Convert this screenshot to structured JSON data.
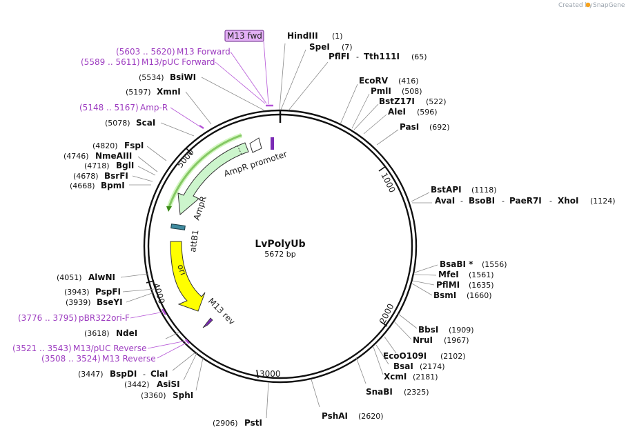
{
  "credit": {
    "created_by": "Created by",
    "brand": "SnapGene"
  },
  "plasmid": {
    "name": "LvPolyUb",
    "length_label": "5672 bp",
    "length": 5672
  },
  "ruler_ticks": [
    "1000",
    "2000",
    "3000",
    "4000",
    "5000"
  ],
  "enzymes": [
    {
      "name": "HindIII",
      "pos": "(1)"
    },
    {
      "name": "SpeI",
      "pos": "(7)"
    },
    {
      "name": "PflFI",
      "name2": "Tth111I",
      "pos": "(65)"
    },
    {
      "name": "EcoRV",
      "pos": "(416)"
    },
    {
      "name": "PmlI",
      "pos": "(508)"
    },
    {
      "name": "BstZ17I",
      "pos": "(522)"
    },
    {
      "name": "AleI",
      "pos": "(596)"
    },
    {
      "name": "PasI",
      "pos": "(692)"
    },
    {
      "name": "BstAPI",
      "pos": "(1118)"
    },
    {
      "name": "AvaI",
      "name2": "BsoBI",
      "name3": "PaeR7I",
      "name4": "XhoI",
      "pos": "(1124)"
    },
    {
      "name": "BsaBI *",
      "pos": "(1556)"
    },
    {
      "name": "MfeI",
      "pos": "(1561)"
    },
    {
      "name": "PflMI",
      "pos": "(1635)"
    },
    {
      "name": "BsmI",
      "pos": "(1660)"
    },
    {
      "name": "BbsI",
      "pos": "(1909)"
    },
    {
      "name": "NruI",
      "pos": "(1967)"
    },
    {
      "name": "EcoO109I",
      "pos": "(2102)"
    },
    {
      "name": "BsaI",
      "pos": "(2174)"
    },
    {
      "name": "XcmI",
      "pos": "(2181)"
    },
    {
      "name": "SnaBI",
      "pos": "(2325)"
    },
    {
      "name": "PshAI",
      "pos": "(2620)"
    },
    {
      "name": "PstI",
      "pos": "(2906)"
    },
    {
      "name": "SphI",
      "pos": "(3360)"
    },
    {
      "name": "AsiSI",
      "pos": "(3442)"
    },
    {
      "name": "BspDI",
      "name2": "ClaI",
      "pos": "(3447)"
    },
    {
      "name": "NdeI",
      "pos": "(3618)"
    },
    {
      "name": "BseYI",
      "pos": "(3939)"
    },
    {
      "name": "PspFI",
      "pos": "(3943)"
    },
    {
      "name": "AlwNI",
      "pos": "(4051)"
    },
    {
      "name": "BpmI",
      "pos": "(4668)"
    },
    {
      "name": "BsrFI",
      "pos": "(4678)"
    },
    {
      "name": "BglI",
      "pos": "(4718)"
    },
    {
      "name": "NmeAIII",
      "pos": "(4746)"
    },
    {
      "name": "FspI",
      "pos": "(4820)"
    },
    {
      "name": "ScaI",
      "pos": "(5078)"
    },
    {
      "name": "XmnI",
      "pos": "(5197)"
    },
    {
      "name": "BsiWI",
      "pos": "(5534)"
    }
  ],
  "primers": [
    {
      "range": "(5603 .. 5620)",
      "name": "M13 Forward"
    },
    {
      "range": "(5589 .. 5611)",
      "name": "M13/pUC Forward"
    },
    {
      "range": "(5148 .. 5167)",
      "name": "Amp-R"
    },
    {
      "range": "(3776 .. 3795)",
      "name": "pBR322ori-F"
    },
    {
      "range": "(3521 .. 3543)",
      "name": "M13/pUC Reverse"
    },
    {
      "range": "(3508 .. 3524)",
      "name": "M13 Reverse"
    }
  ],
  "highlighted_primer": "M13 fwd",
  "features": [
    {
      "label": "AmpR promoter",
      "color": "#ffffff"
    },
    {
      "label": "AmpR",
      "color": "#ccf5cc"
    },
    {
      "label": "attB1",
      "color": "#3f8a9e"
    },
    {
      "label": "ori",
      "color": "#ffff00"
    },
    {
      "label": "M13 rev",
      "color": "#7b2bb5"
    }
  ],
  "colors": {
    "primer": "#9d3cc0",
    "primer_box": "#e3b0f5",
    "ori": "#ffff00",
    "ampr": "#ccf5cc"
  }
}
